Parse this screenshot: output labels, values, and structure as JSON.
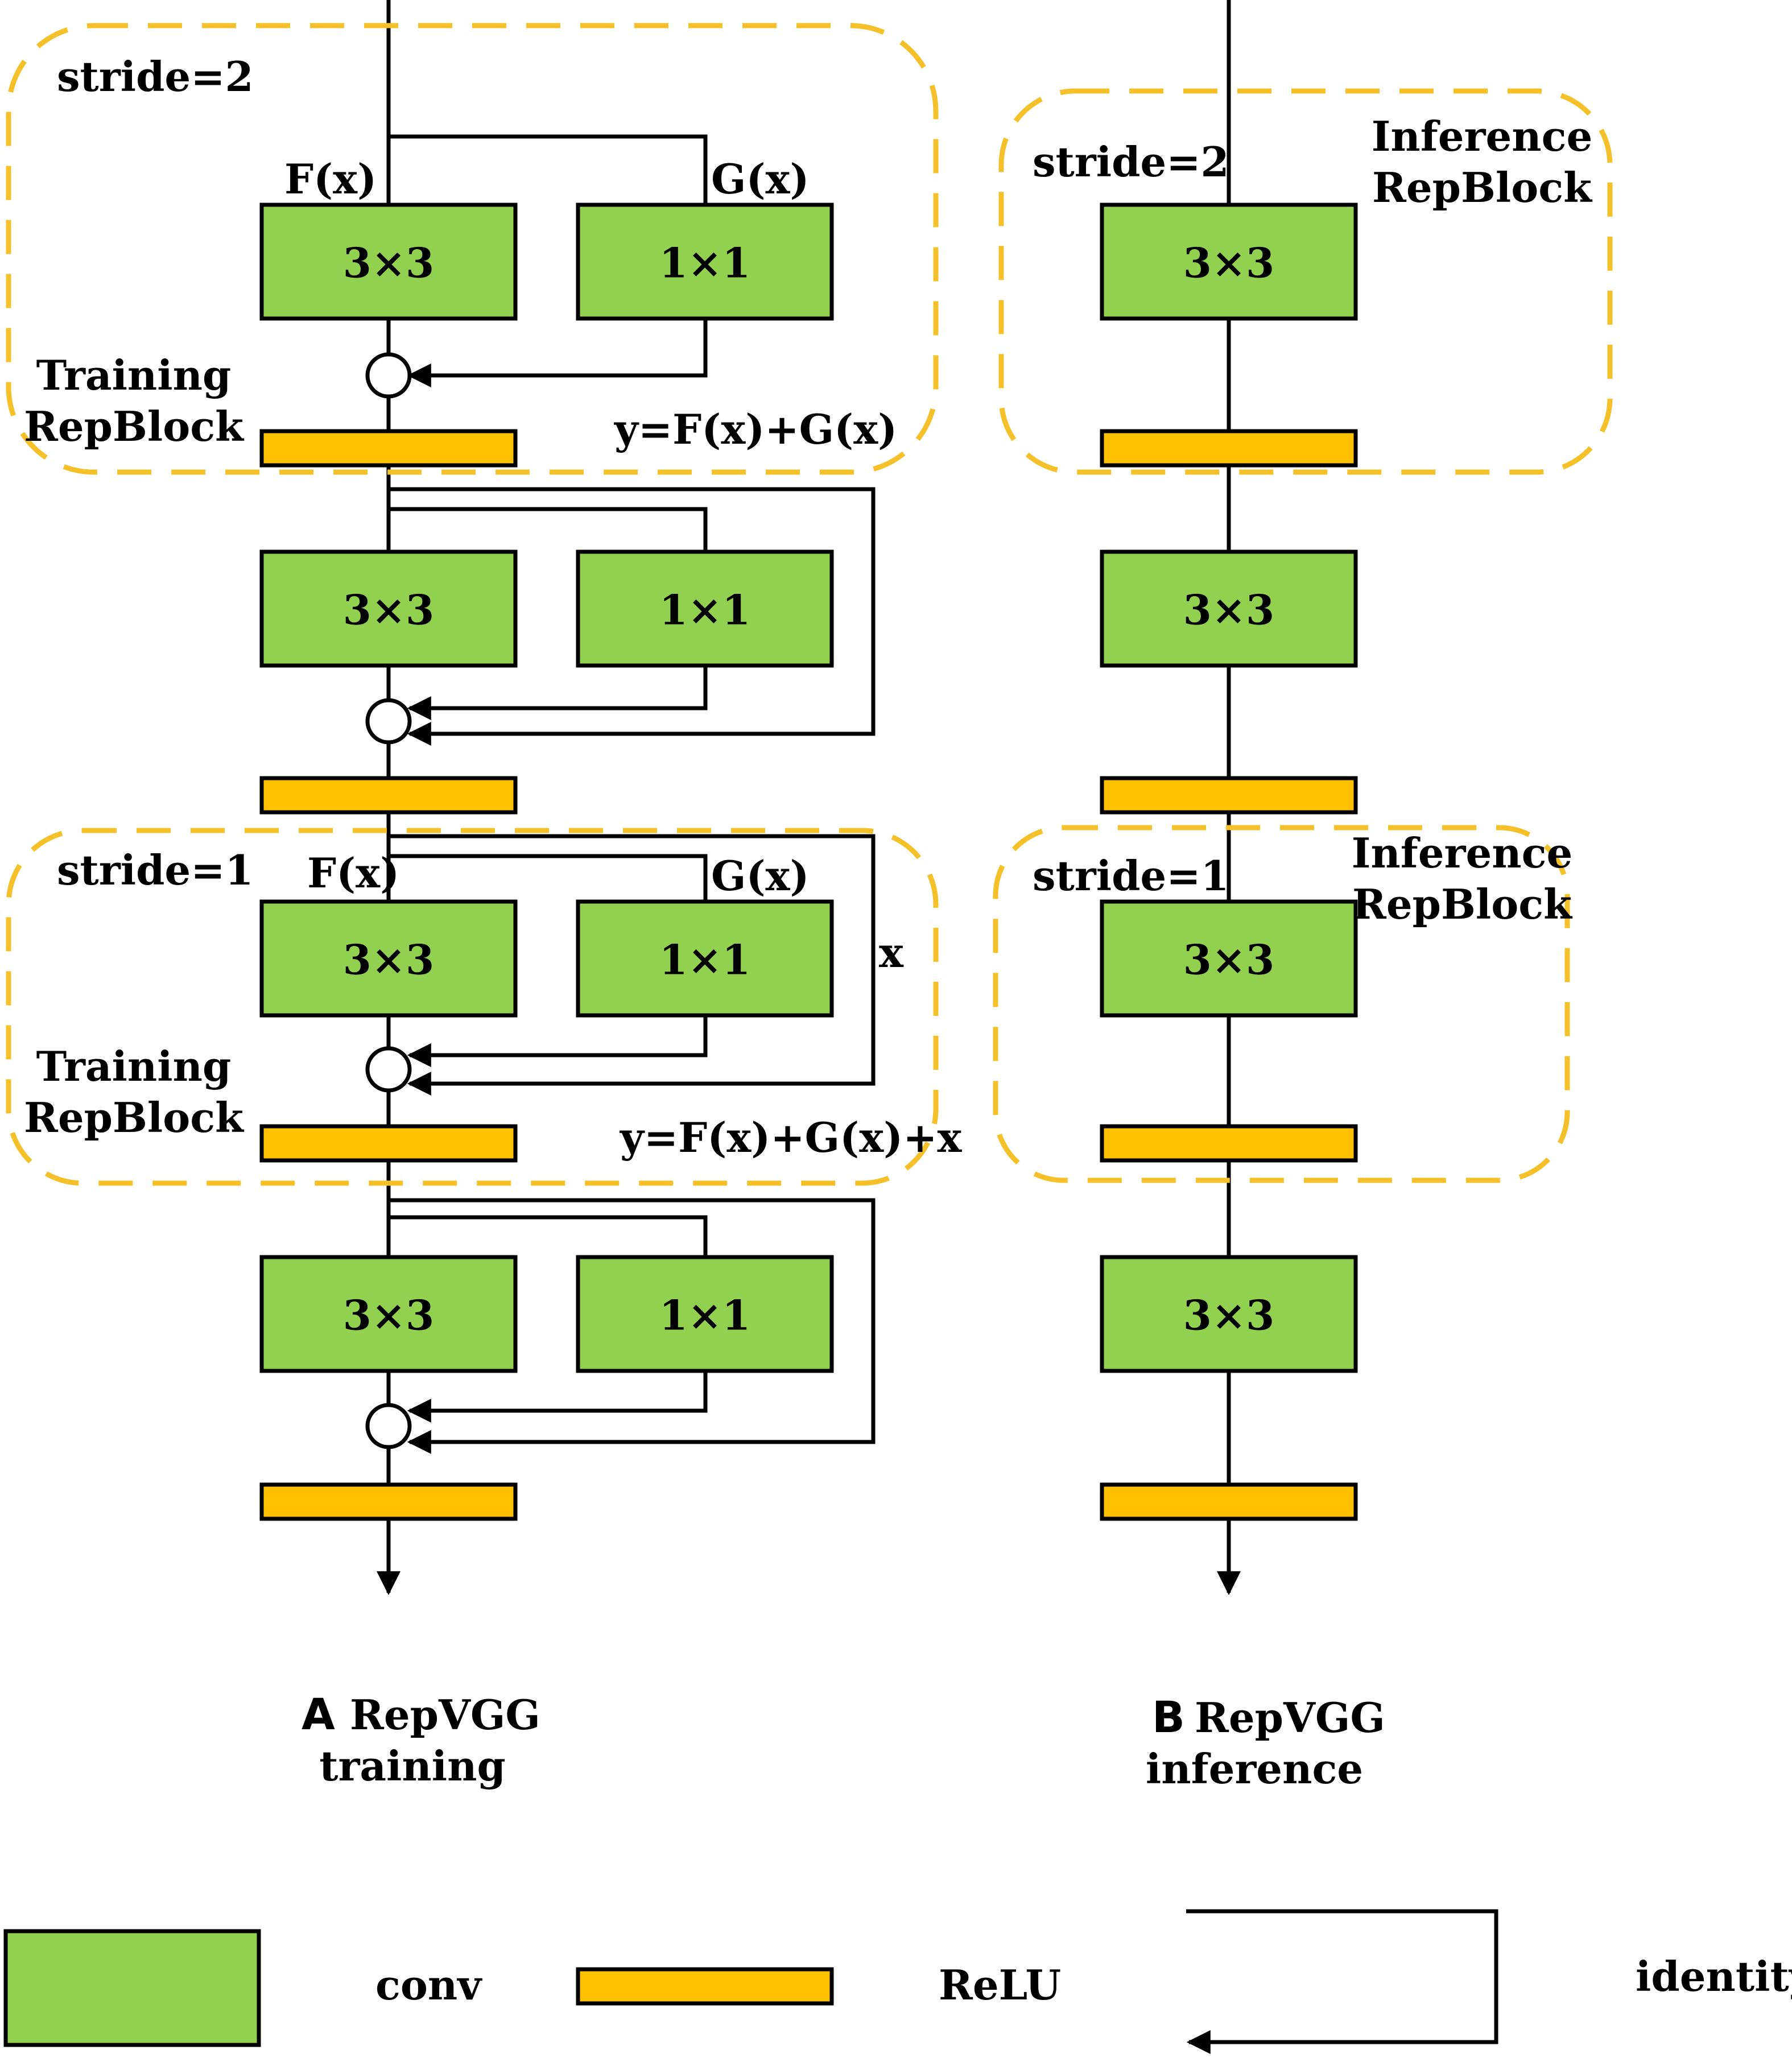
{
  "colors": {
    "conv": "#92d050",
    "relu": "#ffc000",
    "dashed_border": "#f5c12a",
    "line": "#000000"
  },
  "training": {
    "block1": {
      "stride": "stride=2",
      "fx": "F(x)",
      "gx": "G(x)",
      "conv3": "3×3",
      "conv1": "1×1",
      "name_line1": "Training",
      "name_line2": "RepBlock",
      "formula": "y=F(x)+G(x)"
    },
    "layer2": {
      "conv3": "3×3",
      "conv1": "1×1"
    },
    "block2": {
      "stride": "stride=1",
      "fx": "F(x)",
      "gx": "G(x)",
      "x": "x",
      "conv3": "3×3",
      "conv1": "1×1",
      "name_line1": "Training",
      "name_line2": "RepBlock",
      "formula": "y=F(x)+G(x)+x"
    },
    "layer4": {
      "conv3": "3×3",
      "conv1": "1×1"
    },
    "caption_letter": "A",
    "caption_line1": "RepVGG",
    "caption_line2": "training"
  },
  "inference": {
    "block1": {
      "stride": "stride=2",
      "name_line1": "Inference",
      "name_line2": "RepBlock",
      "conv3": "3×3"
    },
    "layer2": {
      "conv3": "3×3"
    },
    "block2": {
      "stride": "stride=1",
      "name_line1": "Inference",
      "name_line2": "RepBlock",
      "conv3": "3×3"
    },
    "layer4": {
      "conv3": "3×3"
    },
    "caption_letter": "B",
    "caption_line1": "RepVGG",
    "caption_line2": "inference"
  },
  "legend": {
    "conv": "conv",
    "relu": "ReLU",
    "identity": "identity"
  }
}
